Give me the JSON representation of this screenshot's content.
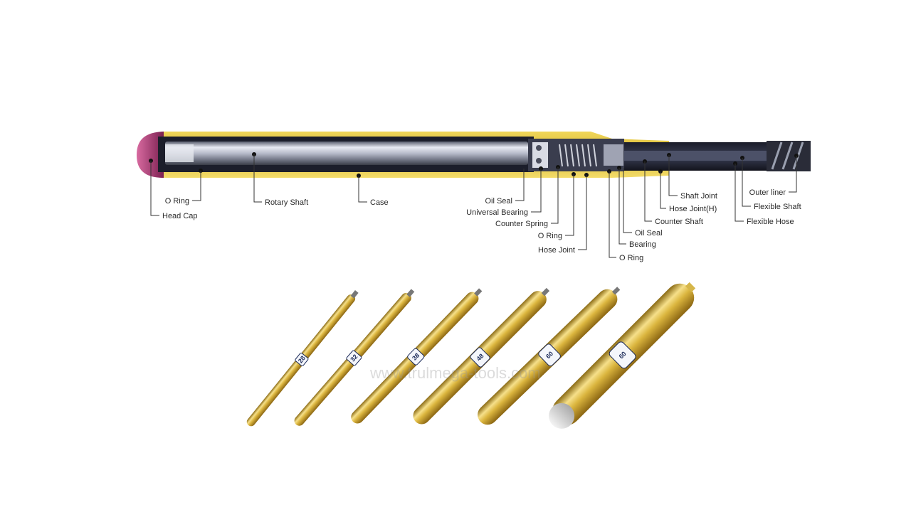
{
  "diagram": {
    "labels": {
      "o_ring_1": "O Ring",
      "head_cap": "Head Cap",
      "rotary_shaft": "Rotary Shaft",
      "case": "Case",
      "oil_seal_1": "Oil Seal",
      "universal_bearing": "Universal Bearing",
      "counter_spring": "Counter Spring",
      "o_ring_2": "O Ring",
      "hose_joint": "Hose Joint",
      "o_ring_3": "O Ring",
      "bearing": "Bearing",
      "oil_seal_2": "Oil Seal",
      "counter_shaft": "Counter Shaft",
      "hose_joint_h": "Hose Joint(H)",
      "shaft_joint": "Shaft Joint",
      "flexible_hose": "Flexible Hose",
      "flexible_shaft": "Flexible Shaft",
      "outer_liner": "Outer liner"
    }
  },
  "products": {
    "sizes": [
      "28",
      "32",
      "38",
      "48",
      "60",
      "60"
    ],
    "watermark": "www.trulmega-tools.com"
  },
  "colors": {
    "case_yellow": "#e9cc3f",
    "head_cap_magenta": "#b4407a",
    "shaft_steel": "#c4c8d4",
    "gold": "#d7b13c",
    "label_line": "#333333"
  }
}
